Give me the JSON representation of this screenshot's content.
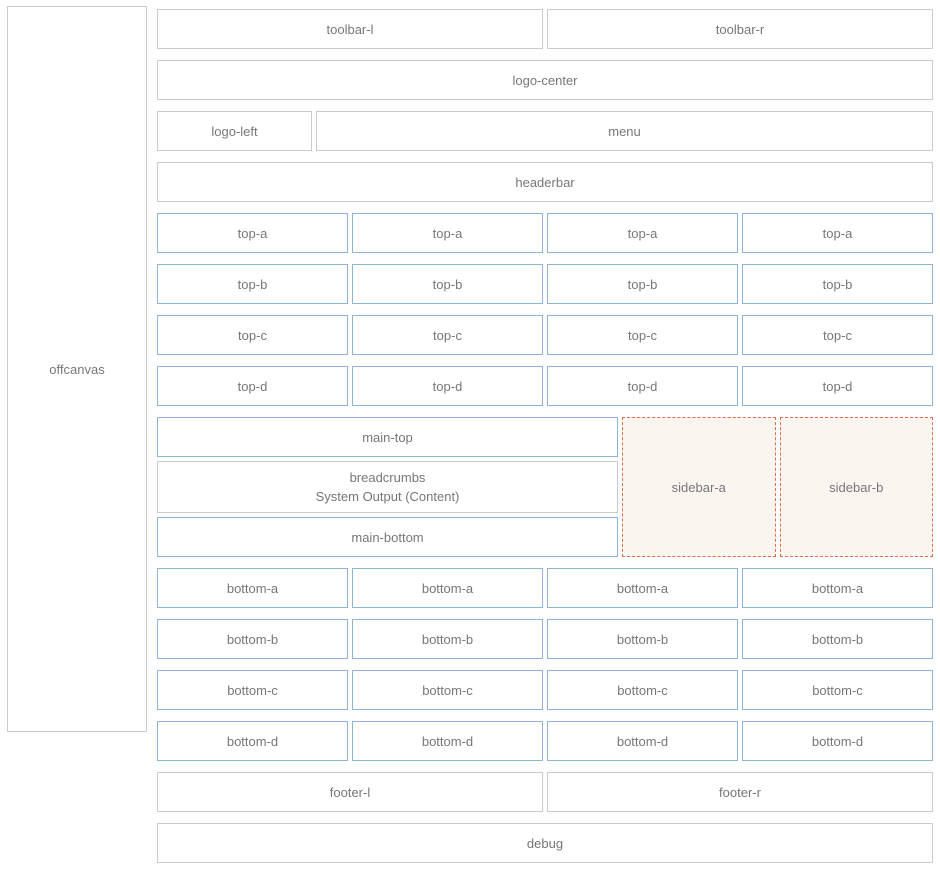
{
  "palette": {
    "module_border": "#cbcbcb",
    "active_border": "#8fb4d8",
    "sidebar_border": "#e06a4c",
    "sidebar_background": "#faf5ef",
    "label_text": "#76777a",
    "page_background": "#ffffff"
  },
  "offcanvas": {
    "label": "offcanvas"
  },
  "header": {
    "toolbar_l": "toolbar-l",
    "toolbar_r": "toolbar-r",
    "logo_center": "logo-center",
    "logo_left": "logo-left",
    "menu": "menu",
    "headerbar": "headerbar"
  },
  "top": {
    "a": "top-a",
    "b": "top-b",
    "c": "top-c",
    "d": "top-d"
  },
  "main": {
    "main_top": "main-top",
    "breadcrumbs": "breadcrumbs",
    "system_output": "System Output (Content)",
    "main_bottom": "main-bottom",
    "sidebar_a": "sidebar-a",
    "sidebar_b": "sidebar-b"
  },
  "bottom": {
    "a": "bottom-a",
    "b": "bottom-b",
    "c": "bottom-c",
    "d": "bottom-d"
  },
  "footer": {
    "footer_l": "footer-l",
    "footer_r": "footer-r",
    "debug": "debug"
  }
}
